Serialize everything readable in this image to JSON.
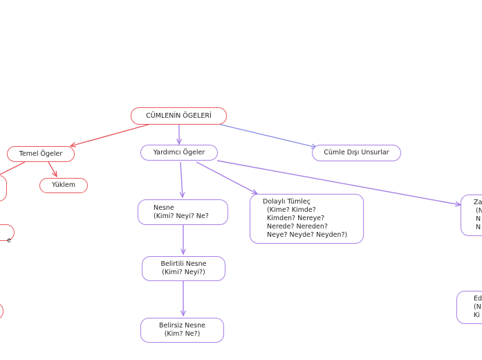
{
  "colors": {
    "red": "#e8575c",
    "purple": "#a77fe6",
    "blue": "#8a8ae6"
  },
  "nodes": {
    "root": "CÜMLENİN ÖGELERİ",
    "temel": "Temel Ögeler",
    "yardimci": "Yardımcı Ögeler",
    "cumle_disi": "Cümle Dışı Unsurlar",
    "yuklem": "Yüklem",
    "nesne": "Nesne\n(Kimi? Neyi? Ne?",
    "belirtili": "Belirtili Nesne\n(Kimi? Neyi?)",
    "belirsiz": "Belirsiz Nesne\n(Kim? Ne?)",
    "dolayli": "Dolaylı Tümleç\n  (Kime? Kimde?\n  Kimden? Nereye?\n  Nerede? Nereden?\n  Neye? Neyde? Neyden?)",
    "zarf": "Za\n (N\n N\n N",
    "edat": "Ed\n(N\nKi",
    "clipped_e": "e"
  }
}
